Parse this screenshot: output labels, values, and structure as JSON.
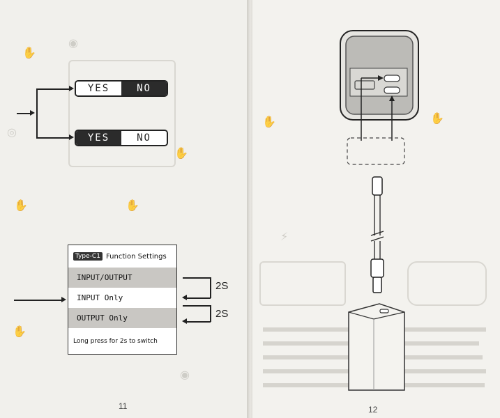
{
  "left_page": {
    "toggle_top": {
      "yes": "YES",
      "no": "NO",
      "active": "no"
    },
    "toggle_bottom": {
      "yes": "YES",
      "no": "NO",
      "active": "yes"
    },
    "menu": {
      "tag": "Type-C1",
      "title": "Function Settings",
      "items": [
        "INPUT/OUTPUT",
        "INPUT Only",
        "OUTPUT Only"
      ],
      "footer": "Long press for 2s to switch"
    },
    "step_label_1": "2S",
    "step_label_2": "2S",
    "page_number": "11"
  },
  "right_page": {
    "page_number": "12"
  }
}
